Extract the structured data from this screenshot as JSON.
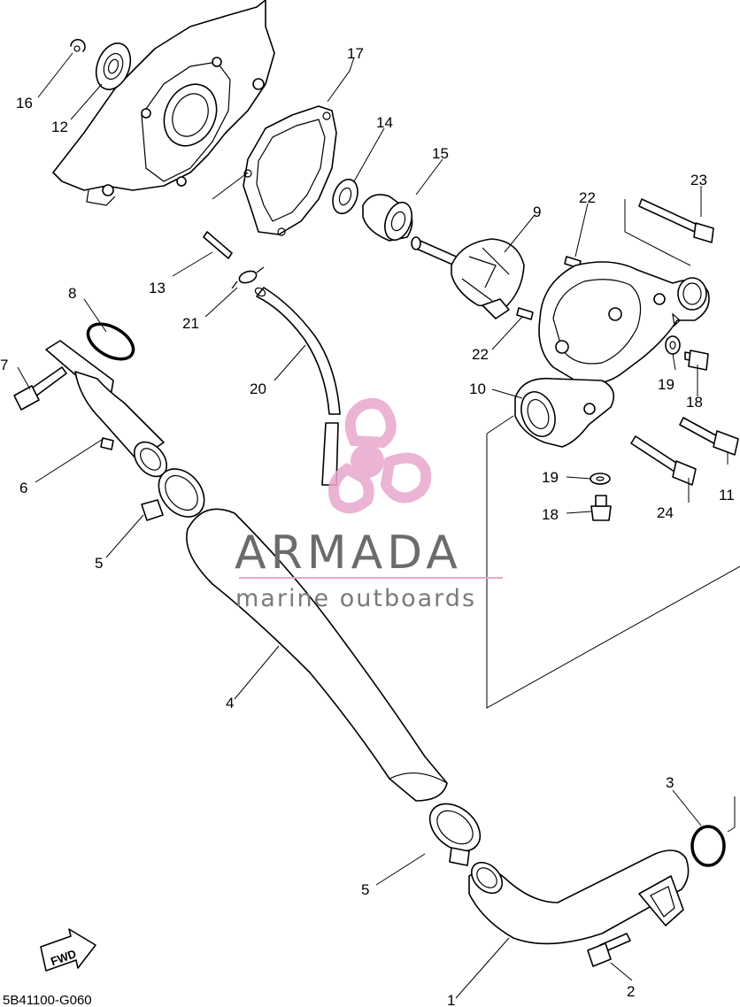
{
  "diagram_code": "5B41100-G060",
  "watermark": {
    "name": "ARMADA",
    "tagline": "marine outboards",
    "logo_color": "#e8a6cd",
    "text_color": "#6b6b6b"
  },
  "fwd_label": "FWD",
  "callouts": {
    "c1": "1",
    "c2": "2",
    "c3": "3",
    "c4": "4",
    "c5a": "5",
    "c5b": "5",
    "c6": "6",
    "c7": "7",
    "c8": "8",
    "c9": "9",
    "c10": "10",
    "c11": "11",
    "c12": "12",
    "c13": "13",
    "c14": "14",
    "c15": "15",
    "c16": "16",
    "c17": "17",
    "c18a": "18",
    "c18b": "18",
    "c19a": "19",
    "c19b": "19",
    "c20": "20",
    "c21": "21",
    "c22a": "22",
    "c22b": "22",
    "c23": "23",
    "c24": "24"
  }
}
